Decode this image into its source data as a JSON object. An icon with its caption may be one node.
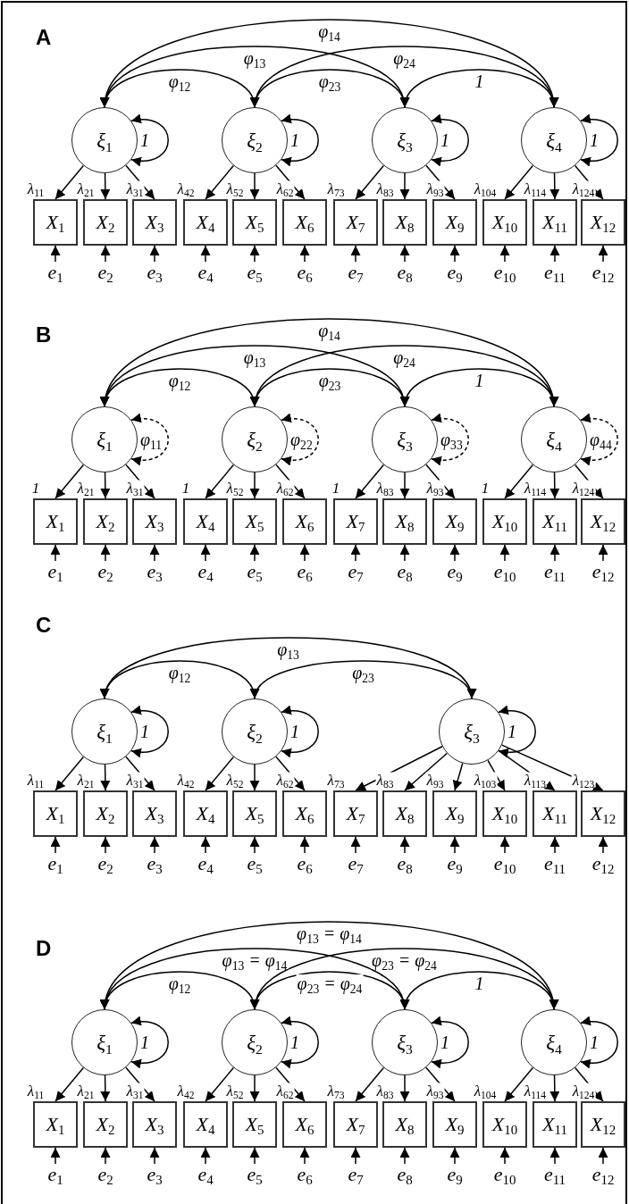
{
  "diagram": {
    "nodes": [
      {
        "text": [
          "ξ$_{1}$"
        ]
      },
      {
        "text": [
          "ξ$_{2}$"
        ]
      },
      {
        "text": [
          "ξ$_{3}$"
        ]
      },
      {
        "text": [
          "ξ$_{4}$"
        ]
      },
      {
        "text": [
          "X$_{1}$"
        ]
      },
      {
        "text": [
          "X$_{2}$"
        ]
      },
      {
        "text": [
          "X$_{3}$"
        ]
      },
      {
        "text": [
          "X$_{4}$"
        ]
      },
      {
        "text": [
          "X$_{5}$"
        ]
      },
      {
        "text": [
          "X$_{6}$"
        ]
      },
      {
        "text": [
          "X$_{7}$"
        ]
      },
      {
        "text": [
          "X$_{8}$"
        ]
      },
      {
        "text": [
          "X$_{9}$"
        ]
      },
      {
        "text": [
          "X$_{10}$"
        ]
      },
      {
        "text": [
          "X$_{11}$"
        ]
      },
      {
        "text": [
          "X$_{12}$"
        ]
      },
      {
        "text": [
          "e$_{1}$"
        ]
      },
      {
        "text": [
          "e$_{2}$"
        ]
      },
      {
        "text": [
          "e$_{3}$"
        ]
      },
      {
        "text": [
          "e$_{4}$"
        ]
      },
      {
        "text": [
          "e$_{5}$"
        ]
      },
      {
        "text": [
          "e$_{6}$"
        ]
      },
      {
        "text": [
          "e$_{7}$"
        ]
      },
      {
        "text": [
          "e$_{8}$"
        ]
      },
      {
        "text": [
          "e$_{9}$"
        ]
      },
      {
        "text": [
          "e$_{10}$"
        ]
      },
      {
        "text": [
          "e$_{11}$"
        ]
      },
      {
        "text": [
          "e$_{12}$"
        ]
      },
      {
        "text": [
          "ξ$_{1}$"
        ]
      },
      {
        "text": [
          "ξ$_{2}$"
        ]
      },
      {
        "text": [
          "ξ$_{3}$"
        ]
      },
      {
        "text": [
          "ξ$_{4}$"
        ]
      },
      {
        "text": [
          "X$_{1}$"
        ]
      },
      {
        "text": [
          "X$_{2}$"
        ]
      },
      {
        "text": [
          "X$_{3}$"
        ]
      },
      {
        "text": [
          "X$_{4}$"
        ]
      },
      {
        "text": [
          "X$_{5}$"
        ]
      },
      {
        "text": [
          "X$_{6}$"
        ]
      },
      {
        "text": [
          "X$_{7}$"
        ]
      },
      {
        "text": [
          "X$_{8}$"
        ]
      },
      {
        "text": [
          "X$_{9}$"
        ]
      },
      {
        "text": [
          "X$_{10}$"
        ]
      },
      {
        "text": [
          "X$_{11}$"
        ]
      },
      {
        "text": [
          "X$_{12}$"
        ]
      },
      {
        "text": [
          "e$_{1}$"
        ]
      },
      {
        "text": [
          "e$_{2}$"
        ]
      },
      {
        "text": [
          "e$_{3}$"
        ]
      },
      {
        "text": [
          "e$_{4}$"
        ]
      },
      {
        "text": [
          "e$_{5}$"
        ]
      },
      {
        "text": [
          "e$_{6}$"
        ]
      },
      {
        "text": [
          "e$_{7}$"
        ]
      },
      {
        "text": [
          "e$_{8}$"
        ]
      },
      {
        "text": [
          "e$_{9}$"
        ]
      },
      {
        "text": [
          "e$_{10}$"
        ]
      },
      {
        "text": [
          "e$_{11}$"
        ]
      },
      {
        "text": [
          "e$_{12}$"
        ]
      },
      {
        "text": [
          "ξ$_{1}$"
        ]
      },
      {
        "text": [
          "ξ$_{2}$"
        ]
      },
      {
        "text": [
          "ξ$_{3}$"
        ]
      },
      {
        "text": [
          "X$_{1}$"
        ]
      },
      {
        "text": [
          "X$_{2}$"
        ]
      },
      {
        "text": [
          "X$_{3}$"
        ]
      },
      {
        "text": [
          "X$_{4}$"
        ]
      },
      {
        "text": [
          "X$_{5}$"
        ]
      },
      {
        "text": [
          "X$_{6}$"
        ]
      },
      {
        "text": [
          "X$_{7}$"
        ]
      },
      {
        "text": [
          "X$_{8}$"
        ]
      },
      {
        "text": [
          "X$_{9}$"
        ]
      },
      {
        "text": [
          "X$_{10}$"
        ]
      },
      {
        "text": [
          "X$_{11}$"
        ]
      },
      {
        "text": [
          "X$_{12}$"
        ]
      },
      {
        "text": [
          "e$_{1}$"
        ]
      },
      {
        "text": [
          "e$_{2}$"
        ]
      },
      {
        "text": [
          "e$_{3}$"
        ]
      },
      {
        "text": [
          "e$_{4}$"
        ]
      },
      {
        "text": [
          "e$_{5}$"
        ]
      },
      {
        "text": [
          "e$_{6}$"
        ]
      },
      {
        "text": [
          "e$_{7}$"
        ]
      },
      {
        "text": [
          "e$_{8}$"
        ]
      },
      {
        "text": [
          "e$_{9}$"
        ]
      },
      {
        "text": [
          "e$_{10}$"
        ]
      },
      {
        "text": [
          "e$_{11}$"
        ]
      },
      {
        "text": [
          "e$_{12}$"
        ]
      },
      {
        "text": [
          "ξ$_{1}$"
        ]
      },
      {
        "text": [
          "ξ$_{2}$"
        ]
      },
      {
        "text": [
          "ξ$_{3}$"
        ]
      },
      {
        "text": [
          "ξ$_{4}$"
        ]
      },
      {
        "text": [
          "X$_{1}$"
        ]
      },
      {
        "text": [
          "X$_{2}$"
        ]
      },
      {
        "text": [
          "X$_{3}$"
        ]
      },
      {
        "text": [
          "X$_{4}$"
        ]
      },
      {
        "text": [
          "X$_{5}$"
        ]
      },
      {
        "text": [
          "X$_{6}$"
        ]
      },
      {
        "text": [
          "X$_{7}$"
        ]
      },
      {
        "text": [
          "X$_{8}$"
        ]
      },
      {
        "text": [
          "X$_{9}$"
        ]
      },
      {
        "text": [
          "X$_{10}$"
        ]
      },
      {
        "text": [
          "X$_{11}$"
        ]
      },
      {
        "text": [
          "X$_{12}$"
        ]
      },
      {
        "text": [
          "e$_{1}$"
        ]
      },
      {
        "text": [
          "e$_{2}$"
        ]
      },
      {
        "text": [
          "e$_{3}$"
        ]
      },
      {
        "text": [
          "e$_{4}$"
        ]
      },
      {
        "text": [
          "e$_{5}$"
        ]
      },
      {
        "text": [
          "e$_{6}$"
        ]
      },
      {
        "text": [
          "e$_{7}$"
        ]
      },
      {
        "text": [
          "e$_{8}$"
        ]
      },
      {
        "text": [
          "e$_{9}$"
        ]
      },
      {
        "text": [
          "e$_{10}$"
        ]
      },
      {
        "text": [
          "e$_{11}$"
        ]
      },
      {
        "text": [
          "e$_{12}$"
        ]
      }
    ],
    "edges": [
      {
        "from": 0,
        "to": 3,
        "arrow": "both",
        "label": "φ$_{14}$"
      },
      {
        "from": 0,
        "to": 2,
        "arrow": "both",
        "label": "φ$_{13}$"
      },
      {
        "from": 1,
        "to": 3,
        "arrow": "both",
        "label": "φ$_{24}$"
      },
      {
        "from": 0,
        "to": 1,
        "arrow": "both",
        "label": "φ$_{12}$"
      },
      {
        "from": 1,
        "to": 2,
        "arrow": "both",
        "label": "φ$_{23}$"
      },
      {
        "from": 2,
        "to": 3,
        "arrow": "both",
        "label": "1"
      },
      {
        "from": 0,
        "to": 0,
        "arrow": "both",
        "label": "1"
      },
      {
        "from": 1,
        "to": 1,
        "arrow": "both",
        "label": "1"
      },
      {
        "from": 2,
        "to": 2,
        "arrow": "both",
        "label": "1"
      },
      {
        "from": 3,
        "to": 3,
        "arrow": "both",
        "label": "1"
      },
      {
        "from": 0,
        "to": 4,
        "arrow": "to",
        "label": "λ$_{11}$"
      },
      {
        "from": 0,
        "to": 5,
        "arrow": "to",
        "label": "λ$_{21}$"
      },
      {
        "from": 0,
        "to": 6,
        "arrow": "to",
        "label": "λ$_{31}$"
      },
      {
        "from": 1,
        "to": 7,
        "arrow": "to",
        "label": "λ$_{42}$"
      },
      {
        "from": 1,
        "to": 8,
        "arrow": "to",
        "label": "λ$_{52}$"
      },
      {
        "from": 1,
        "to": 9,
        "arrow": "to",
        "label": "λ$_{62}$"
      },
      {
        "from": 2,
        "to": 10,
        "arrow": "to",
        "label": "λ$_{73}$"
      },
      {
        "from": 2,
        "to": 11,
        "arrow": "to",
        "label": "λ$_{83}$"
      },
      {
        "from": 2,
        "to": 12,
        "arrow": "to",
        "label": "λ$_{93}$"
      },
      {
        "from": 3,
        "to": 13,
        "arrow": "to",
        "label": "λ$_{104}$"
      },
      {
        "from": 3,
        "to": 14,
        "arrow": "to",
        "label": "λ$_{114}$"
      },
      {
        "from": 3,
        "to": 15,
        "arrow": "to",
        "label": "λ$_{124}$"
      },
      {
        "from": 16,
        "to": 4,
        "arrow": "to"
      },
      {
        "from": 17,
        "to": 5,
        "arrow": "to"
      },
      {
        "from": 18,
        "to": 6,
        "arrow": "to"
      },
      {
        "from": 19,
        "to": 7,
        "arrow": "to"
      },
      {
        "from": 20,
        "to": 8,
        "arrow": "to"
      },
      {
        "from": 21,
        "to": 9,
        "arrow": "to"
      },
      {
        "from": 22,
        "to": 10,
        "arrow": "to"
      },
      {
        "from": 23,
        "to": 11,
        "arrow": "to"
      },
      {
        "from": 24,
        "to": 12,
        "arrow": "to"
      },
      {
        "from": 25,
        "to": 13,
        "arrow": "to"
      },
      {
        "from": 26,
        "to": 14,
        "arrow": "to"
      },
      {
        "from": 27,
        "to": 15,
        "arrow": "to"
      },
      {
        "from": 28,
        "to": 31,
        "arrow": "both",
        "label": "φ$_{14}$"
      },
      {
        "from": 28,
        "to": 30,
        "arrow": "both",
        "label": "φ$_{13}$"
      },
      {
        "from": 29,
        "to": 31,
        "arrow": "both",
        "label": "φ$_{24}$"
      },
      {
        "from": 28,
        "to": 29,
        "arrow": "both",
        "label": "φ$_{12}$"
      },
      {
        "from": 29,
        "to": 30,
        "arrow": "both",
        "label": "φ$_{23}$"
      },
      {
        "from": 30,
        "to": 31,
        "arrow": "both",
        "label": "1"
      },
      {
        "from": 28,
        "to": 28,
        "arrow": "both",
        "label": "φ$_{11}$",
        "style": "dashed"
      },
      {
        "from": 29,
        "to": 29,
        "arrow": "both",
        "label": "φ$_{22}$",
        "style": "dashed"
      },
      {
        "from": 30,
        "to": 30,
        "arrow": "both",
        "label": "φ$_{33}$",
        "style": "dashed"
      },
      {
        "from": 31,
        "to": 31,
        "arrow": "both",
        "label": "φ$_{44}$",
        "style": "dashed"
      },
      {
        "from": 28,
        "to": 32,
        "arrow": "to",
        "label": "1"
      },
      {
        "from": 28,
        "to": 33,
        "arrow": "to",
        "label": "λ$_{21}$"
      },
      {
        "from": 28,
        "to": 34,
        "arrow": "to",
        "label": "λ$_{31}$"
      },
      {
        "from": 29,
        "to": 35,
        "arrow": "to",
        "label": "1"
      },
      {
        "from": 29,
        "to": 36,
        "arrow": "to",
        "label": "λ$_{52}$"
      },
      {
        "from": 29,
        "to": 37,
        "arrow": "to",
        "label": "λ$_{62}$"
      },
      {
        "from": 30,
        "to": 38,
        "arrow": "to",
        "label": "1"
      },
      {
        "from": 30,
        "to": 39,
        "arrow": "to",
        "label": "λ$_{83}$"
      },
      {
        "from": 30,
        "to": 40,
        "arrow": "to",
        "label": "λ$_{93}$"
      },
      {
        "from": 31,
        "to": 41,
        "arrow": "to",
        "label": "1"
      },
      {
        "from": 31,
        "to": 42,
        "arrow": "to",
        "label": "λ$_{114}$"
      },
      {
        "from": 31,
        "to": 43,
        "arrow": "to",
        "label": "λ$_{124}$"
      },
      {
        "from": 44,
        "to": 32,
        "arrow": "to"
      },
      {
        "from": 45,
        "to": 33,
        "arrow": "to"
      },
      {
        "from": 46,
        "to": 34,
        "arrow": "to"
      },
      {
        "from": 47,
        "to": 35,
        "arrow": "to"
      },
      {
        "from": 48,
        "to": 36,
        "arrow": "to"
      },
      {
        "from": 49,
        "to": 37,
        "arrow": "to"
      },
      {
        "from": 50,
        "to": 38,
        "arrow": "to"
      },
      {
        "from": 51,
        "to": 39,
        "arrow": "to"
      },
      {
        "from": 52,
        "to": 40,
        "arrow": "to"
      },
      {
        "from": 53,
        "to": 41,
        "arrow": "to"
      },
      {
        "from": 54,
        "to": 42,
        "arrow": "to"
      },
      {
        "from": 55,
        "to": 43,
        "arrow": "to"
      },
      {
        "from": 56,
        "to": 58,
        "arrow": "both",
        "label": "φ$_{13}$"
      },
      {
        "from": 56,
        "to": 57,
        "arrow": "both",
        "label": "φ$_{12}$"
      },
      {
        "from": 57,
        "to": 58,
        "arrow": "both",
        "label": "φ$_{23}$"
      },
      {
        "from": 56,
        "to": 56,
        "arrow": "both",
        "label": "1"
      },
      {
        "from": 57,
        "to": 57,
        "arrow": "both",
        "label": "1"
      },
      {
        "from": 58,
        "to": 58,
        "arrow": "both",
        "label": "1"
      },
      {
        "from": 56,
        "to": 59,
        "arrow": "to",
        "label": "λ$_{11}$"
      },
      {
        "from": 56,
        "to": 60,
        "arrow": "to",
        "label": "λ$_{21}$"
      },
      {
        "from": 56,
        "to": 61,
        "arrow": "to",
        "label": "λ$_{31}$"
      },
      {
        "from": 57,
        "to": 62,
        "arrow": "to",
        "label": "λ$_{42}$"
      },
      {
        "from": 57,
        "to": 63,
        "arrow": "to",
        "label": "λ$_{52}$"
      },
      {
        "from": 57,
        "to": 64,
        "arrow": "to",
        "label": "λ$_{62}$"
      },
      {
        "from": 58,
        "to": 65,
        "arrow": "to",
        "label": "λ$_{73}$"
      },
      {
        "from": 58,
        "to": 66,
        "arrow": "to",
        "label": "λ$_{83}$"
      },
      {
        "from": 58,
        "to": 67,
        "arrow": "to",
        "label": "λ$_{93}$"
      },
      {
        "from": 58,
        "to": 68,
        "arrow": "to",
        "label": "λ$_{103}$"
      },
      {
        "from": 58,
        "to": 69,
        "arrow": "to",
        "label": "λ$_{113}$"
      },
      {
        "from": 58,
        "to": 70,
        "arrow": "to",
        "label": "λ$_{123}$"
      },
      {
        "from": 71,
        "to": 59,
        "arrow": "to"
      },
      {
        "from": 72,
        "to": 60,
        "arrow": "to"
      },
      {
        "from": 73,
        "to": 61,
        "arrow": "to"
      },
      {
        "from": 74,
        "to": 62,
        "arrow": "to"
      },
      {
        "from": 75,
        "to": 63,
        "arrow": "to"
      },
      {
        "from": 76,
        "to": 64,
        "arrow": "to"
      },
      {
        "from": 77,
        "to": 65,
        "arrow": "to"
      },
      {
        "from": 78,
        "to": 66,
        "arrow": "to"
      },
      {
        "from": 79,
        "to": 67,
        "arrow": "to"
      },
      {
        "from": 80,
        "to": 68,
        "arrow": "to"
      },
      {
        "from": 81,
        "to": 69,
        "arrow": "to"
      },
      {
        "from": 82,
        "to": 70,
        "arrow": "to"
      },
      {
        "from": 83,
        "to": 86,
        "arrow": "both",
        "label": "φ$_{13}$ = φ$_{14}$"
      },
      {
        "from": 83,
        "to": 85,
        "arrow": "both",
        "label": "φ$_{13}$ = φ$_{14}$"
      },
      {
        "from": 84,
        "to": 86,
        "arrow": "both",
        "label": "φ$_{23}$ = φ$_{24}$"
      },
      {
        "from": 83,
        "to": 84,
        "arrow": "both",
        "label": "φ$_{12}$"
      },
      {
        "from": 84,
        "to": 85,
        "arrow": "both",
        "label": "φ$_{23}$ = φ$_{24}$"
      },
      {
        "from": 85,
        "to": 86,
        "arrow": "both",
        "label": "1"
      },
      {
        "from": 83,
        "to": 83,
        "arrow": "both",
        "label": "1"
      },
      {
        "from": 84,
        "to": 84,
        "arrow": "both",
        "label": "1"
      },
      {
        "from": 85,
        "to": 85,
        "arrow": "both",
        "label": "1"
      },
      {
        "from": 86,
        "to": 86,
        "arrow": "both",
        "label": "1"
      },
      {
        "from": 83,
        "to": 87,
        "arrow": "to",
        "label": "λ$_{11}$"
      },
      {
        "from": 83,
        "to": 88,
        "arrow": "to",
        "label": "λ$_{21}$"
      },
      {
        "from": 83,
        "to": 89,
        "arrow": "to",
        "label": "λ$_{31}$"
      },
      {
        "from": 84,
        "to": 90,
        "arrow": "to",
        "label": "λ$_{42}$"
      },
      {
        "from": 84,
        "to": 91,
        "arrow": "to",
        "label": "λ$_{52}$"
      },
      {
        "from": 84,
        "to": 92,
        "arrow": "to",
        "label": "λ$_{62}$"
      },
      {
        "from": 85,
        "to": 93,
        "arrow": "to",
        "label": "λ$_{73}$"
      },
      {
        "from": 85,
        "to": 94,
        "arrow": "to",
        "label": "λ$_{83}$"
      },
      {
        "from": 85,
        "to": 95,
        "arrow": "to",
        "label": "λ$_{93}$"
      },
      {
        "from": 86,
        "to": 96,
        "arrow": "to",
        "label": "λ$_{104}$"
      },
      {
        "from": 86,
        "to": 97,
        "arrow": "to",
        "label": "λ$_{114}$"
      },
      {
        "from": 86,
        "to": 98,
        "arrow": "to",
        "label": "λ$_{124}$"
      },
      {
        "from": 99,
        "to": 87,
        "arrow": "to"
      },
      {
        "from": 100,
        "to": 88,
        "arrow": "to"
      },
      {
        "from": 101,
        "to": 89,
        "arrow": "to"
      },
      {
        "from": 102,
        "to": 90,
        "arrow": "to"
      },
      {
        "from": 103,
        "to": 91,
        "arrow": "to"
      },
      {
        "from": 104,
        "to": 92,
        "arrow": "to"
      },
      {
        "from": 105,
        "to": 93,
        "arrow": "to"
      },
      {
        "from": 106,
        "to": 94,
        "arrow": "to"
      },
      {
        "from": 107,
        "to": 95,
        "arrow": "to"
      },
      {
        "from": 108,
        "to": 96,
        "arrow": "to"
      },
      {
        "from": 109,
        "to": 97,
        "arrow": "to"
      },
      {
        "from": 110,
        "to": 98,
        "arrow": "to"
      }
    ],
    "labels": [
      "A",
      "B",
      "C",
      "D"
    ]
  }
}
